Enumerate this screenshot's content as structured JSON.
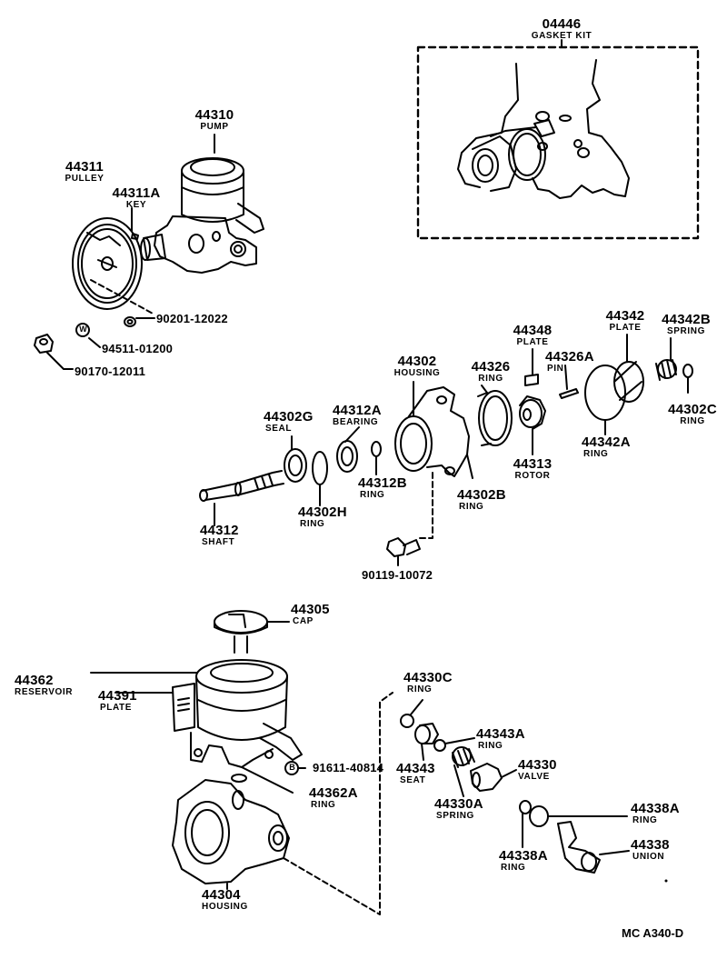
{
  "diagram_code": "MC A340-D",
  "callouts": [
    {
      "id": "c-04446",
      "number": "04446",
      "name": "GASKET KIT"
    },
    {
      "id": "c-44310",
      "number": "44310",
      "name": "PUMP"
    },
    {
      "id": "c-44311",
      "number": "44311",
      "name": "PULLEY"
    },
    {
      "id": "c-44311a",
      "number": "44311A",
      "name": "KEY"
    },
    {
      "id": "c-90201",
      "number": "90201-12022",
      "name": ""
    },
    {
      "id": "c-94511",
      "number": "94511-01200",
      "name": ""
    },
    {
      "id": "c-90170",
      "number": "90170-12011",
      "name": ""
    },
    {
      "id": "c-44348",
      "number": "44348",
      "name": "PLATE"
    },
    {
      "id": "c-44342",
      "number": "44342",
      "name": "PLATE"
    },
    {
      "id": "c-44342b",
      "number": "44342B",
      "name": "SPRING"
    },
    {
      "id": "c-44302",
      "number": "44302",
      "name": "HOUSING"
    },
    {
      "id": "c-44326",
      "number": "44326",
      "name": "RING"
    },
    {
      "id": "c-44326a",
      "number": "44326A",
      "name": "PIN"
    },
    {
      "id": "c-44302c",
      "number": "44302C",
      "name": "RING"
    },
    {
      "id": "c-44302g",
      "number": "44302G",
      "name": "SEAL"
    },
    {
      "id": "c-44312a",
      "number": "44312A",
      "name": "BEARING"
    },
    {
      "id": "c-44342a",
      "number": "44342A",
      "name": "RING"
    },
    {
      "id": "c-44313",
      "number": "44313",
      "name": "ROTOR"
    },
    {
      "id": "c-44312b",
      "number": "44312B",
      "name": "RING"
    },
    {
      "id": "c-44302b",
      "number": "44302B",
      "name": "RING"
    },
    {
      "id": "c-44302h",
      "number": "44302H",
      "name": "RING"
    },
    {
      "id": "c-44312",
      "number": "44312",
      "name": "SHAFT"
    },
    {
      "id": "c-90119",
      "number": "90119-10072",
      "name": ""
    },
    {
      "id": "c-44305",
      "number": "44305",
      "name": "CAP"
    },
    {
      "id": "c-44362",
      "number": "44362",
      "name": "RESERVOIR"
    },
    {
      "id": "c-44391",
      "number": "44391",
      "name": "PLATE"
    },
    {
      "id": "c-44330c",
      "number": "44330C",
      "name": "RING"
    },
    {
      "id": "c-44343a",
      "number": "44343A",
      "name": "RING"
    },
    {
      "id": "c-44330",
      "number": "44330",
      "name": "VALVE"
    },
    {
      "id": "c-44343",
      "number": "44343",
      "name": "SEAT"
    },
    {
      "id": "c-91611",
      "number": "91611-40814",
      "name": ""
    },
    {
      "id": "c-44362a",
      "number": "44362A",
      "name": "RING"
    },
    {
      "id": "c-44330a",
      "number": "44330A",
      "name": "SPRING"
    },
    {
      "id": "c-44338a-1",
      "number": "44338A",
      "name": "RING"
    },
    {
      "id": "c-44338",
      "number": "44338",
      "name": "UNION"
    },
    {
      "id": "c-44338a-2",
      "number": "44338A",
      "name": "RING"
    },
    {
      "id": "c-44304",
      "number": "44304",
      "name": "HOUSING"
    }
  ],
  "markers": {
    "w_marker": "W",
    "b_marker": "B"
  }
}
